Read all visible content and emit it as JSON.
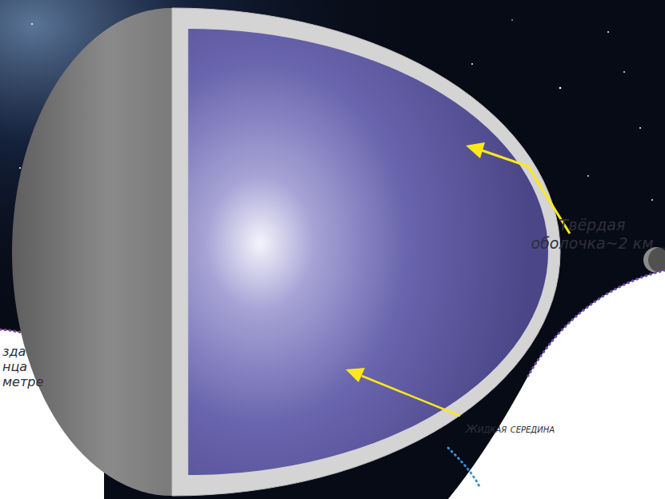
{
  "diagram": {
    "labels": [
      "Твёрдая оболочка~2 км",
      "Жидкая середина",
      "зда нца метре"
    ]
  }
}
